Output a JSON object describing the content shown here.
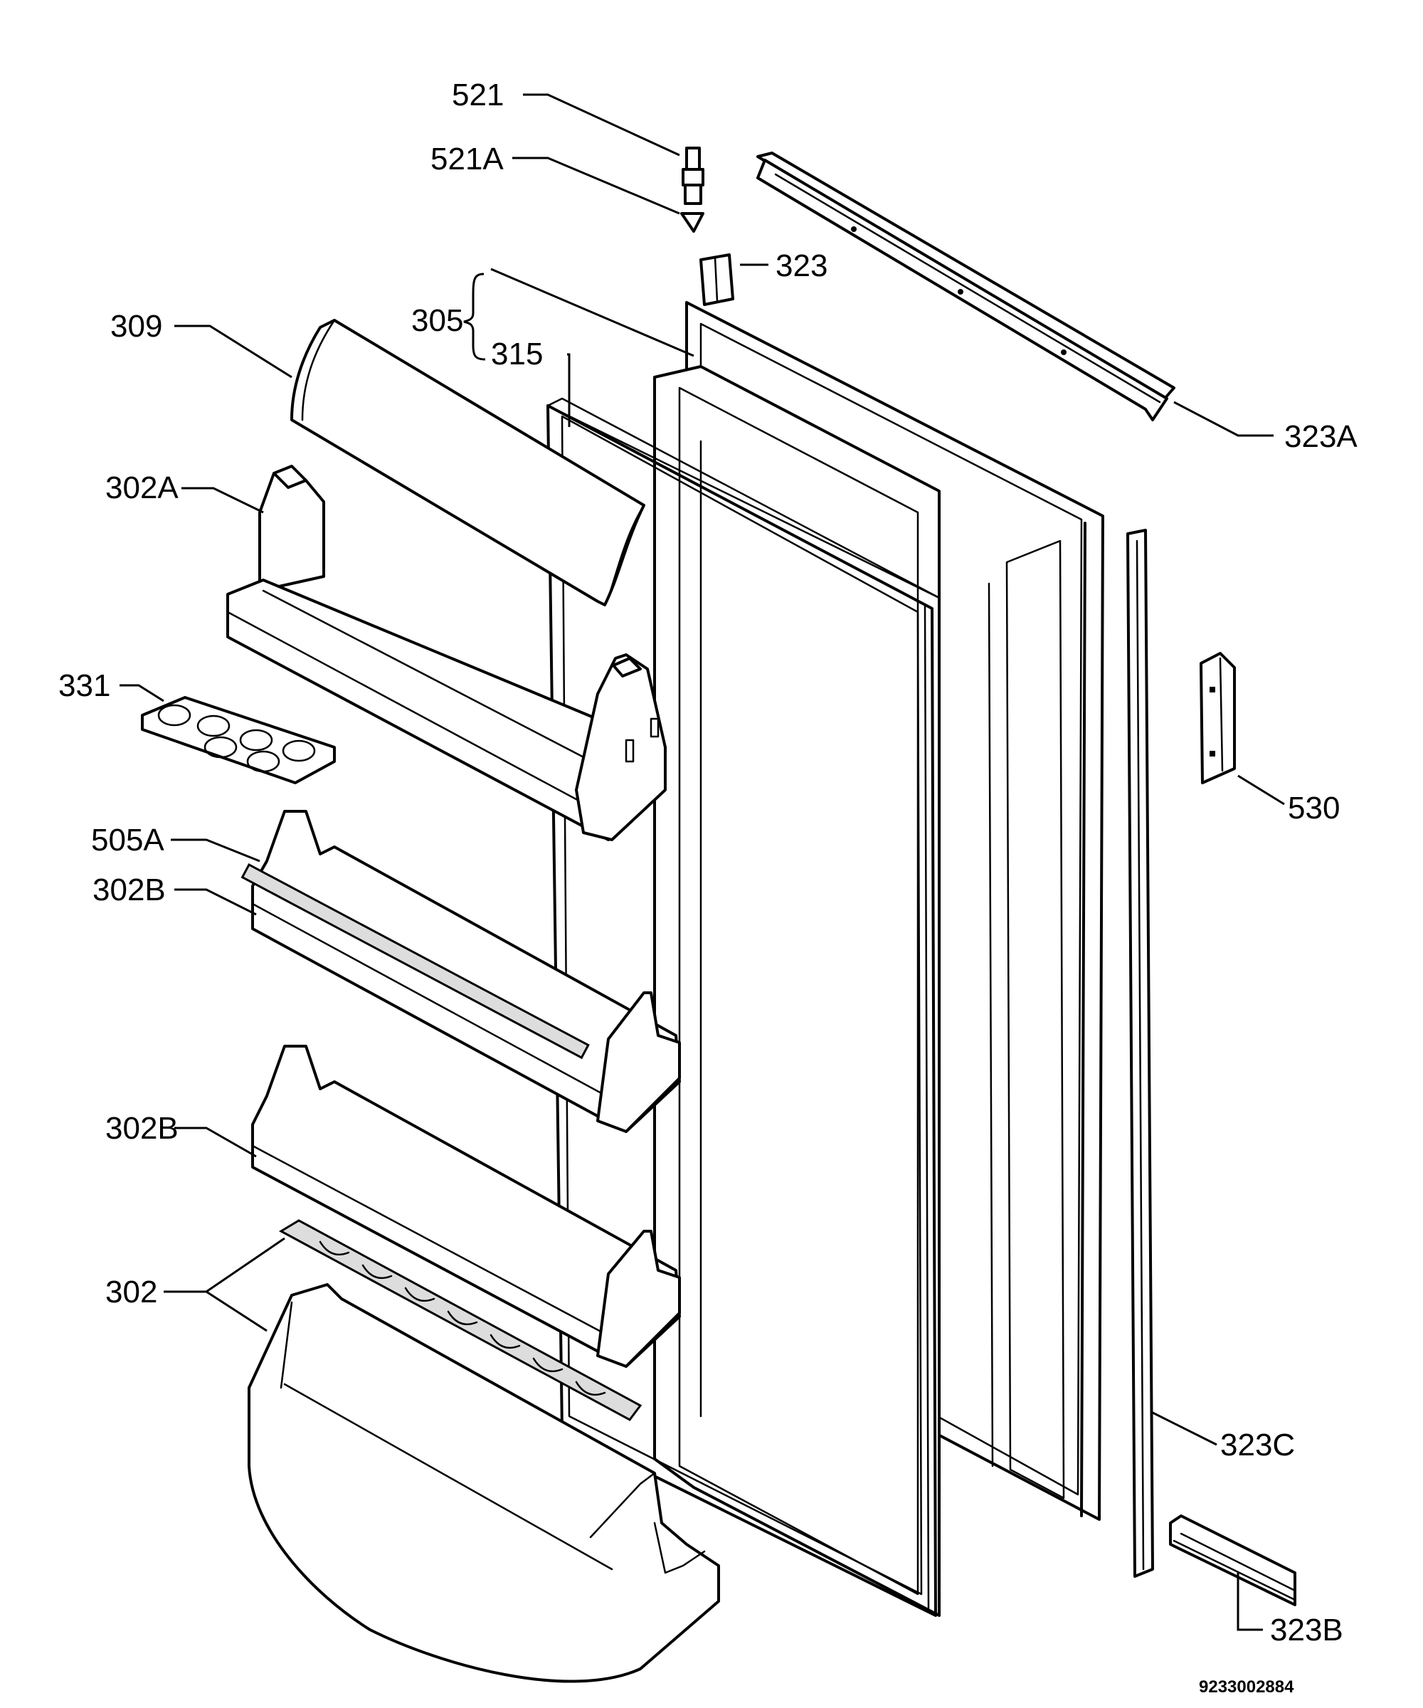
{
  "labels": {
    "l521": "521",
    "l521a": "521A",
    "l323": "323",
    "l305": "305",
    "l315": "315",
    "l309": "309",
    "l323a": "323A",
    "l302a": "302A",
    "l331": "331",
    "l530": "530",
    "l505a": "505A",
    "l302b_1": "302B",
    "l302b_2": "302B",
    "l302": "302",
    "l323c": "323C",
    "l323b": "323B"
  },
  "drawing_code": "9233002884"
}
